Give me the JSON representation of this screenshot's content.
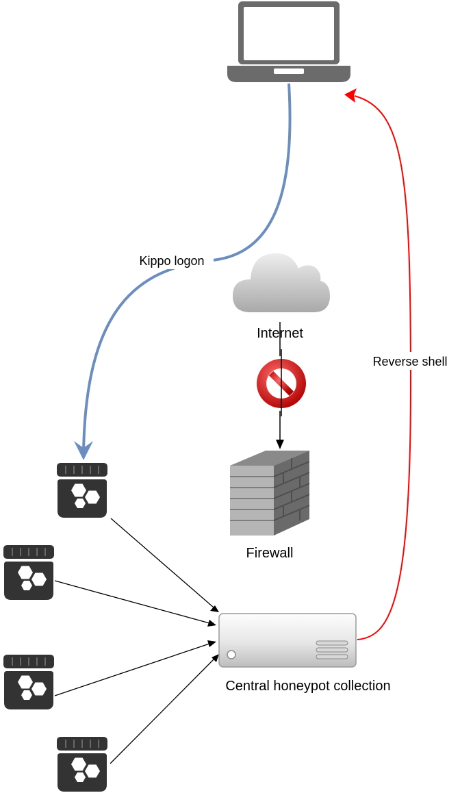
{
  "diagram": {
    "nodes": {
      "laptop": {
        "label": "",
        "icon": "laptop-icon"
      },
      "internet": {
        "label": "Internet",
        "icon": "cloud-icon"
      },
      "blocked": {
        "label": "",
        "icon": "no-entry-icon"
      },
      "firewall": {
        "label": "Firewall",
        "icon": "firewall-icon"
      },
      "collector": {
        "label": "Central honeypot collection",
        "icon": "server-icon"
      },
      "honeypots": [
        {
          "label": "",
          "icon": "honeypot-jar-icon"
        },
        {
          "label": "",
          "icon": "honeypot-jar-icon"
        },
        {
          "label": "",
          "icon": "honeypot-jar-icon"
        },
        {
          "label": "",
          "icon": "honeypot-jar-icon"
        }
      ]
    },
    "edges": {
      "kippo_logon": {
        "label": "Kippo logon",
        "color": "#6c8ebf"
      },
      "reverse_shell": {
        "label": "Reverse shell",
        "color": "#ff0000"
      },
      "internet_to_firewall": {
        "label": "",
        "color": "#000000"
      },
      "honeypot_to_collector": {
        "label": "",
        "color": "#000000"
      }
    }
  }
}
